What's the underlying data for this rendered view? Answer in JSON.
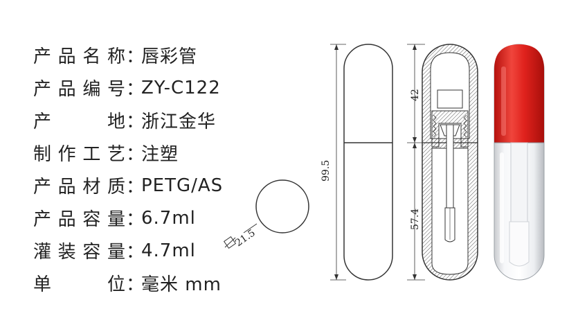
{
  "specs": [
    {
      "label": "产品名称",
      "colon": "：",
      "value": "唇彩管"
    },
    {
      "label": "产品编号",
      "colon": "：",
      "value": "ZY-C122"
    },
    {
      "label": "产　　地",
      "colon": "：",
      "value": "浙江金华"
    },
    {
      "label": "制作工艺",
      "colon": "：",
      "value": "注塑"
    },
    {
      "label": "产品材质",
      "colon": "：",
      "value": "PETG/AS"
    },
    {
      "label": "产品容量",
      "colon": "：",
      "value": "6.7ml"
    },
    {
      "label": "灌装容量",
      "colon": "：",
      "value": "4.7ml"
    },
    {
      "label": "单　　位",
      "colon": "：",
      "value": "毫米 mm"
    }
  ],
  "dimensions": {
    "diameter": "21.5",
    "total_height": "99.5",
    "cap_height": "42",
    "body_height": "57.4"
  },
  "colors": {
    "cap_red": "#e0221d",
    "line": "#333333"
  }
}
